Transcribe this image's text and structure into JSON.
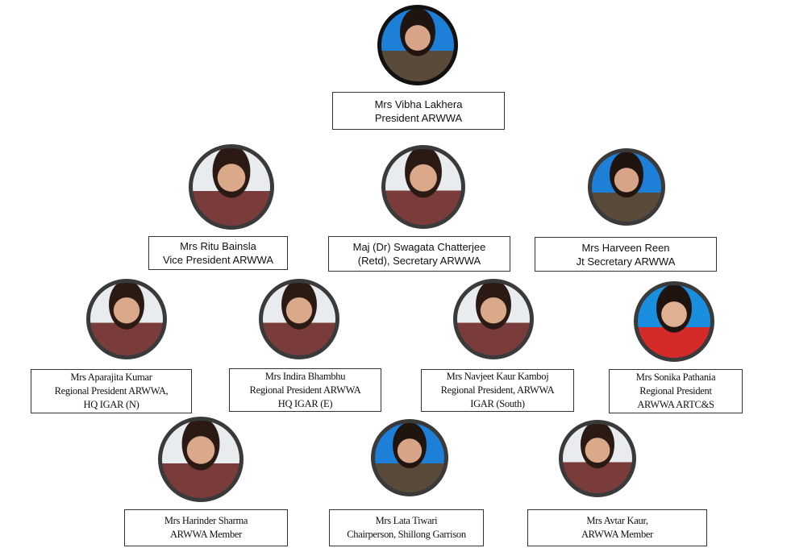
{
  "members": [
    {
      "name": "Mrs Vibha Lakhera",
      "lines": [
        "Mrs Vibha Lakhera",
        "President ARWWA"
      ]
    },
    {
      "name": "Mrs Ritu Bainsla",
      "lines": [
        "Mrs Ritu Bainsla",
        "Vice President ARWWA"
      ]
    },
    {
      "name": "Maj (Dr) Swagata Chatterjee",
      "lines": [
        "Maj (Dr) Swagata Chatterjee",
        "(Retd), Secretary ARWWA"
      ]
    },
    {
      "name": "Mrs Harveen Reen",
      "lines": [
        "Mrs Harveen Reen",
        "Jt Secretary ARWWA"
      ]
    },
    {
      "name": "Mrs Aparajita Kumar",
      "lines": [
        "Mrs Aparajita Kumar",
        "Regional President ARWWA,",
        "HQ IGAR (N)"
      ]
    },
    {
      "name": "Mrs Indira Bhambhu",
      "lines": [
        "Mrs Indira Bhambhu",
        "Regional President ARWWA",
        "HQ IGAR (E)"
      ]
    },
    {
      "name": "Mrs Navjeet Kaur Kamboj",
      "lines": [
        "Mrs Navjeet Kaur Kamboj",
        "Regional President, ARWWA",
        "IGAR (South)"
      ]
    },
    {
      "name": "Mrs Sonika Pathania",
      "lines": [
        "Mrs Sonika Pathania",
        "Regional President",
        "ARWWA ARTC&S"
      ]
    },
    {
      "name": "Mrs Harinder Sharma",
      "lines": [
        "Mrs Harinder Sharma",
        "ARWWA Member"
      ]
    },
    {
      "name": "Mrs Lata Tiwari",
      "lines": [
        "Mrs Lata Tiwari",
        "Chairperson, Shillong Garrison"
      ]
    },
    {
      "name": "Mrs Avtar Kaur",
      "lines": [
        "Mrs Avtar Kaur,",
        "ARWWA Member"
      ]
    }
  ]
}
